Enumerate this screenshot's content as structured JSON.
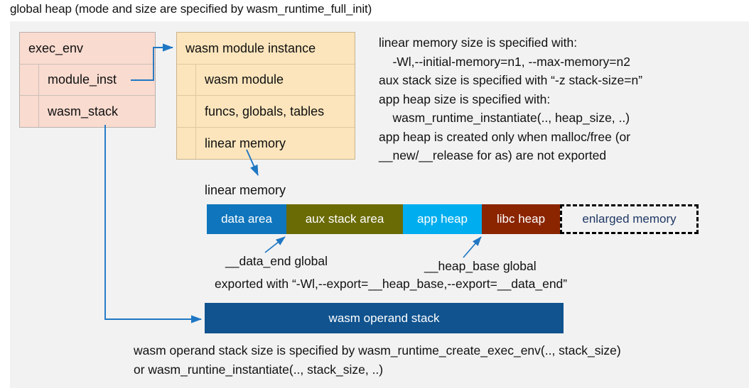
{
  "title": "global heap (mode and size are specified by wasm_runtime_full_init)",
  "accent_color": "#1f77c4",
  "panel_bg": "#f2f2f2",
  "exec_env_box": {
    "name": "exec-env",
    "header": "exec_env",
    "fill": "#fadbd0",
    "rows": [
      {
        "label": "module_inst"
      },
      {
        "label": "wasm_stack"
      }
    ]
  },
  "module_instance_box": {
    "name": "wasm-module-instance",
    "header": "wasm module instance",
    "fill": "#fce5bc",
    "rows": [
      {
        "label": "wasm module"
      },
      {
        "label": "funcs, globals, tables"
      },
      {
        "label": "linear memory"
      }
    ]
  },
  "notes": "linear memory size is specified with:\n    -Wl,--initial-memory=n1, --max-memory=n2\naux stack size is specified with “-z stack-size=n”\napp heap size is specified with:\n    wasm_runtime_instantiate(.., heap_size, ..)\napp heap is created only when malloc/free (or\n__new/__release for as) are not exported",
  "linear_memory": {
    "caption": "linear memory",
    "segments": [
      {
        "label": "data area",
        "color": "#0f76bd",
        "text_color": "#ffffff",
        "width": 112,
        "style": "solid"
      },
      {
        "label": "aux stack area",
        "color": "#6b6b06",
        "text_color": "#ffffff",
        "width": 164,
        "style": "solid"
      },
      {
        "label": "app heap",
        "color": "#00aeef",
        "text_color": "#ffffff",
        "width": 111,
        "style": "solid"
      },
      {
        "label": "libc heap",
        "color": "#8b2500",
        "text_color": "#ffffff",
        "width": 110,
        "style": "solid"
      },
      {
        "label": "enlarged memory",
        "color": "#f2f2f2",
        "text_color": "#1f3864",
        "width": 195,
        "style": "dashed"
      }
    ]
  },
  "annotations": {
    "data_end": "__data_end global",
    "heap_base": "__heap_base global",
    "exported_with": "exported with “-Wl,--export=__heap_base,--export=__data_end”"
  },
  "operand_stack": {
    "label": "wasm operand stack",
    "color": "#10538f",
    "note": "wasm operand stack size is specified by wasm_runtime_create_exec_env(.., stack_size)\nor wasm_runtine_instantiate(.., stack_size, ..)"
  }
}
